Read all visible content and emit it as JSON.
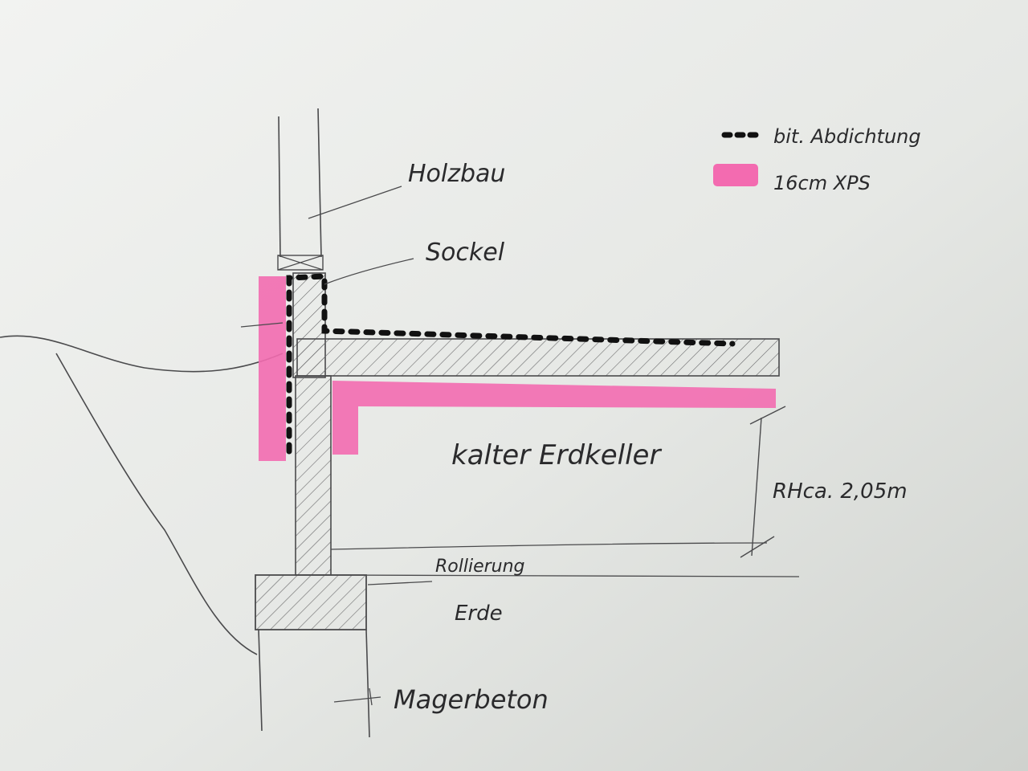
{
  "legend": {
    "waterproofing_label": "bit. Abdichtung",
    "insulation_label": "16cm XPS"
  },
  "labels": {
    "timber": "Holzbau",
    "plinth": "Sockel",
    "cellar": "kalter Erdkeller",
    "room_height": "RHca. 2,05m",
    "gravel_bed": "Rollierung",
    "soil": "Erde",
    "lean_concrete": "Magerbeton"
  },
  "colors": {
    "paper": "#e7e9e6",
    "pencil": "#4a4a4c",
    "ink": "#111111",
    "highlighter": "#f36bb0"
  }
}
